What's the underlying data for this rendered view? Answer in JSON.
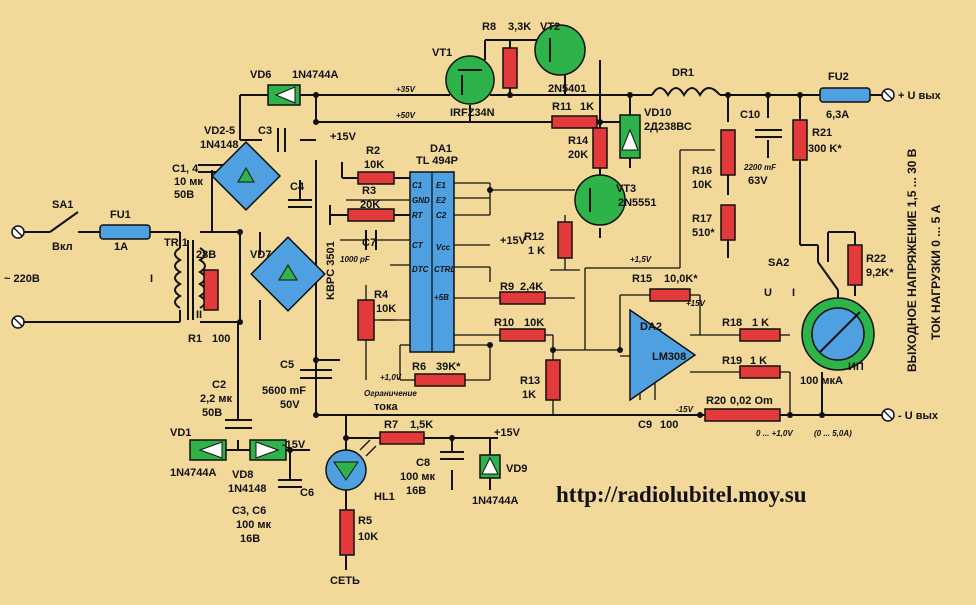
{
  "colors": {
    "background": "#f2d99a",
    "resistor": "#e23a3a",
    "transistor": "#2db34a",
    "ic": "#4fa0e0",
    "wire": "#111111"
  },
  "labels": {
    "sa1": "SA1",
    "vkl": "Вкл",
    "fu1": "FU1",
    "fu1_val": "1A",
    "tr1": "TR 1",
    "v220": "~ 220В",
    "tr_28v": "28В",
    "tr_i": "I",
    "tr_ii": "II",
    "r1": "R1",
    "r1_val": "100",
    "vd6": "VD6",
    "vd6_val": "1N4744A",
    "vd25": "VD2-5",
    "vd25_val": "1N4148",
    "c14": "C1, 4",
    "c14_val1": "10 мк",
    "c14_val2": "50В",
    "c3": "C3",
    "c4": "C4",
    "vd7": "VD7",
    "kbpc": "KBPC 3501",
    "c2": "C2",
    "c2_val1": "2,2 мк",
    "c2_val2": "50В",
    "vd1": "VD1",
    "vd1_val": "1N4744A",
    "vd8": "VD8",
    "vd8_val": "1N4148",
    "m15v": "-15V",
    "c6": "C6",
    "c36": "C3, C6",
    "c36_val1": "100 мк",
    "c36_val2": "16В",
    "c5": "C5",
    "c5_val1": "5600 mF",
    "c5_val2": "50V",
    "hl1": "HL1",
    "r5": "R5",
    "r5_val": "10K",
    "set": "СЕТЬ",
    "r7": "R7",
    "r7_val": "1,5K",
    "p15v_a": "+15V",
    "c8": "C8",
    "c8_val1": "100 мк",
    "c8_val2": "16В",
    "vd9": "VD9",
    "vd9_val": "1N4744A",
    "p15v_b": "+15V",
    "r2": "R2",
    "r2_val": "10K",
    "r3": "R3",
    "r3_val": "20K",
    "c7": "C7",
    "c7_val": "1000 pF",
    "da1": "DA1",
    "da1_val": "TL 494P",
    "pin_c1": "C1",
    "pin_gnd": "GND",
    "pin_rt": "RT",
    "pin_ct": "CT",
    "pin_dtc": "DTC",
    "pin_e1": "E1",
    "pin_e2": "E2",
    "pin_c2": "C2",
    "pin_vcc": "Vcc",
    "pin_ctrl": "CTRL",
    "pin_5v": "+5В",
    "r4": "R4",
    "r4_val": "10K",
    "r6": "R6",
    "r6_val": "39K*",
    "p10v": "+1,0V",
    "limit1": "Ограничение",
    "limit2": "тока",
    "r9": "R9",
    "r9_val": "2,4K",
    "r10": "R10",
    "r10_val": "10K",
    "r13": "R13",
    "r13_val": "1K",
    "r12": "R12",
    "r12_val": "1 K",
    "p15v_c": "+15V",
    "vt1": "VT1",
    "vt1_val": "IRFZ34N",
    "r8": "R8",
    "r8_val": "3,3K",
    "vt2": "VT2",
    "vt2_val": "2N5401",
    "r11": "R11",
    "r11_val": "1K",
    "r14": "R14",
    "r14_val": "20K",
    "vt3": "VT3",
    "vt3_val": "2N5551",
    "p35v": "+35V",
    "p50v": "+50V",
    "vd10": "VD10",
    "vd10_val": "2Д238ВС",
    "dr1": "DR1",
    "c10": "C10",
    "c10_val1": "2200 mF",
    "c10_val2": "63V",
    "r16": "R16",
    "r16_val": "10K",
    "r17": "R17",
    "r17_val": "510*",
    "p15v_d": "+1,5V",
    "fu2": "FU2",
    "fu2_val": "6,3A",
    "uplus": "+ U вых",
    "uminus": "- U вых",
    "r21": "R21",
    "r21_val": "300 K*",
    "sa2": "SA2",
    "sa2_u": "U",
    "sa2_i": "I",
    "r22": "R22",
    "r22_val": "9,2K*",
    "ip": "ИП",
    "ip_val": "100 мкА",
    "r15": "R15",
    "r15_val": "10,0K*",
    "da2": "DA2",
    "da2_val": "LM308",
    "p15v_e": "+15V",
    "m15v_b": "-15V",
    "r18": "R18",
    "r18_val": "1 K",
    "r19": "R19",
    "r19_val": "1 K",
    "r20": "R20",
    "r20_val": "0,02 Om",
    "c9": "C9",
    "c9_val": "100",
    "range1": "0 ... +1,0V",
    "range2": "(0 ... 5,0A)",
    "side1": "ВЫХОДНОЕ НАПРЯЖЕНИЕ 1,5 ... 30 В",
    "side2": "ТОК НАГРУЗКИ 0 ... 5 А",
    "url": "http://radiolubitel.moy.su"
  }
}
